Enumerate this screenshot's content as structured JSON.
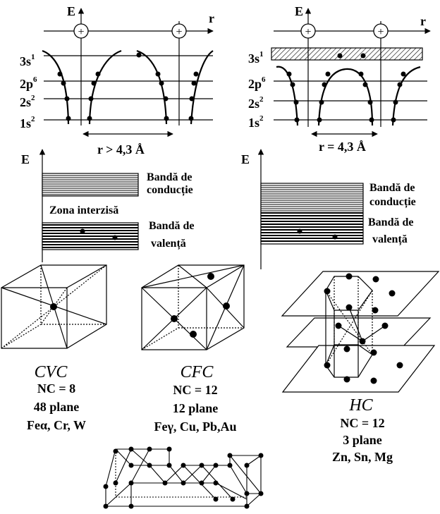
{
  "energy_levels": {
    "axis_e": "E",
    "axis_r": "r",
    "nucleus_symbol": "+",
    "levels": [
      {
        "base": "3s",
        "exp": "1"
      },
      {
        "base": "2p",
        "exp": "6"
      },
      {
        "base": "2s",
        "exp": "2"
      },
      {
        "base": "1s",
        "exp": "2"
      }
    ],
    "distance_left": "r > 4,3 Å",
    "distance_right": "r = 4,3 Å"
  },
  "bands": {
    "axis_e": "E",
    "left": {
      "conduction_l1": "Bandă de",
      "conduction_l2": "conducție",
      "gap": "Zona interzisă",
      "valence_l1": "Bandă de",
      "valence_l2": "valență"
    },
    "right": {
      "conduction_l1": "Bandă de",
      "conduction_l2": "conducție",
      "valence_l1": "Bandă de",
      "valence_l2": "valență"
    }
  },
  "lattices": [
    {
      "name": "CVC",
      "nc": "NC = 8",
      "planes": "48 plane",
      "metals": "Feα, Cr, W"
    },
    {
      "name": "CFC",
      "nc": "NC = 12",
      "planes": "12 plane",
      "metals": "Feγ, Cu, Pb,Au"
    },
    {
      "name": "HC",
      "nc": "NC = 12",
      "planes": "3 plane",
      "metals": "Zn, Sn, Mg"
    }
  ]
}
